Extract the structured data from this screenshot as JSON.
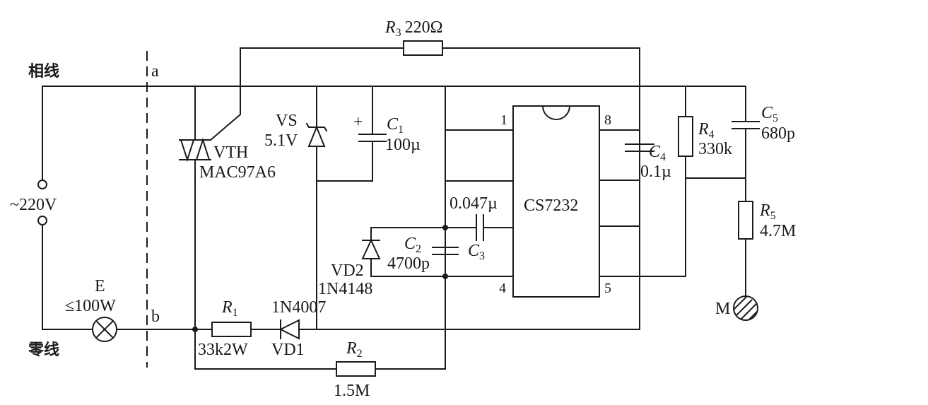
{
  "mains": {
    "phase_label": "相线",
    "neutral_label": "零线",
    "voltage_label": "~220V",
    "point_a": "a",
    "point_b": "b"
  },
  "lamp": {
    "ref": "E",
    "rating": "≤100W"
  },
  "components": {
    "R1": {
      "ref": "R",
      "sub": "1",
      "value": "33k2W"
    },
    "R2": {
      "ref": "R",
      "sub": "2",
      "value": "1.5M"
    },
    "R3": {
      "ref": "R",
      "sub": "3",
      "value": "220Ω"
    },
    "R4": {
      "ref": "R",
      "sub": "4",
      "value": "330k"
    },
    "R5": {
      "ref": "R",
      "sub": "5",
      "value": "4.7M"
    },
    "C1": {
      "ref": "C",
      "sub": "1",
      "value": "100µ",
      "polarity": "+"
    },
    "C2": {
      "ref": "C",
      "sub": "2",
      "value": "4700p"
    },
    "C3": {
      "ref": "C",
      "sub": "3",
      "value": "0.047µ"
    },
    "C4": {
      "ref": "C",
      "sub": "4",
      "value": "0.1µ"
    },
    "C5": {
      "ref": "C",
      "sub": "5",
      "value": "680p"
    },
    "VD1": {
      "ref": "VD1",
      "part": "1N4007"
    },
    "VD2": {
      "ref": "VD2",
      "part": "1N4148"
    },
    "VS": {
      "ref": "VS",
      "value": "5.1V"
    },
    "VTH": {
      "ref": "VTH",
      "part": "MAC97A6"
    },
    "M": {
      "ref": "M"
    }
  },
  "ic": {
    "part": "CS7232",
    "pin_1": "1",
    "pin_4": "4",
    "pin_5": "5",
    "pin_8": "8"
  }
}
